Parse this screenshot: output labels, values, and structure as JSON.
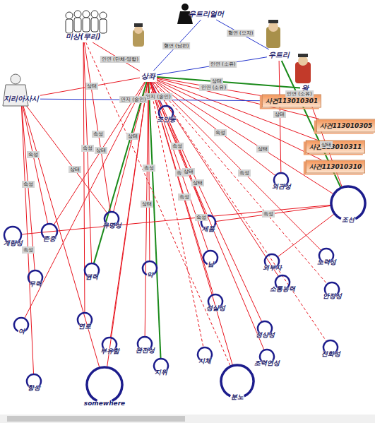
{
  "diagram": {
    "nodes": [
      {
        "text": [
          "미상(무리)"
        ]
      },
      {
        "text": [
          "우트리얼머"
        ]
      },
      {
        "text": [
          "상좌"
        ]
      },
      {
        "text": [
          "우트리"
        ]
      },
      {
        "text": [
          "왕"
        ]
      },
      {
        "text": [
          "지리아사시"
        ]
      },
      {
        "text": [
          "사건113010301"
        ]
      },
      {
        "text": [
          "사건113010305"
        ]
      },
      {
        "text": [
          "사건113010311"
        ]
      },
      {
        "text": [
          "사건113010310"
        ]
      },
      {
        "text": [
          "조선"
        ]
      },
      {
        "text": [
          "계량성"
        ]
      },
      {
        "text": [
          "존중"
        ]
      },
      {
        "text": [
          "유명성"
        ]
      },
      {
        "text": [
          "제품"
        ]
      },
      {
        "text": [
          "외관성"
        ]
      },
      {
        "text": [
          "노력성"
        ]
      },
      {
        "text": [
          "남"
        ]
      },
      {
        "text": [
          "외부자"
        ]
      },
      {
        "text": [
          "권력"
        ]
      },
      {
        "text": [
          "무력"
        ]
      },
      {
        "text": [
          "악"
        ]
      },
      {
        "text": [
          "소통능력"
        ]
      },
      {
        "text": [
          "안정성"
        ]
      },
      {
        "text": [
          "연로"
        ]
      },
      {
        "text": [
          "여"
        ]
      },
      {
        "text": [
          "성실성"
        ]
      },
      {
        "text": [
          "정상성"
        ]
      },
      {
        "text": [
          "부유함"
        ]
      },
      {
        "text": [
          "완전성"
        ]
      },
      {
        "text": [
          "진화성"
        ]
      },
      {
        "text": [
          "지체"
        ]
      },
      {
        "text": [
          "조력연성"
        ]
      },
      {
        "text": [
          "지위"
        ]
      },
      {
        "text": [
          "항상"
        ]
      },
      {
        "text": [
          "somewhere"
        ]
      },
      {
        "text": [
          "분노"
        ]
      },
      {
        "text": [
          "조인동"
        ]
      }
    ],
    "edges": [
      {
        "from": 2,
        "to": 0,
        "arrow": "none",
        "label": "인연 (단체-영향)"
      },
      {
        "from": 2,
        "to": 1,
        "arrow": "none",
        "label": "혈연 (남편)"
      },
      {
        "from": 3,
        "to": 1,
        "arrow": "none",
        "label": "혈연 (모자)"
      },
      {
        "from": 2,
        "to": 3,
        "arrow": "none",
        "label": "인연 (소유)"
      },
      {
        "from": 2,
        "to": 4,
        "arrow": "none",
        "label": "상태"
      },
      {
        "from": 2,
        "to": 5,
        "arrow": "none",
        "label": "상태"
      },
      {
        "from": 2,
        "to": 6,
        "arrow": "none",
        "label": "인연 (소유)"
      },
      {
        "from": 2,
        "to": 7,
        "arrow": "none"
      },
      {
        "from": 2,
        "to": 8,
        "arrow": "none"
      },
      {
        "from": 2,
        "to": 9,
        "arrow": "none"
      },
      {
        "from": 4,
        "to": 6,
        "arrow": "none",
        "label": "인연 (소유)"
      },
      {
        "from": 2,
        "to": 10,
        "arrow": "none",
        "label": "상태"
      },
      {
        "from": 2,
        "to": 13,
        "arrow": "none",
        "label": "상태"
      },
      {
        "from": 2,
        "to": 14,
        "arrow": "none",
        "label": "속성"
      },
      {
        "from": 2,
        "to": 17,
        "arrow": "none",
        "label": "속성"
      },
      {
        "from": 2,
        "to": 19,
        "arrow": "none"
      },
      {
        "from": 2,
        "to": 33,
        "arrow": "none"
      },
      {
        "from": 2,
        "to": 21,
        "arrow": "none",
        "label": "속성"
      },
      {
        "from": 2,
        "to": 15,
        "arrow": "none",
        "label": "속성"
      },
      {
        "from": 2,
        "to": 37,
        "arrow": "none",
        "label": "인지 (송인)"
      },
      {
        "from": 5,
        "to": 12,
        "arrow": "none",
        "label": "속성"
      },
      {
        "from": 5,
        "to": 20,
        "arrow": "none",
        "label": "속성"
      },
      {
        "from": 5,
        "to": 34,
        "arrow": "none",
        "label": "속성"
      },
      {
        "from": 5,
        "to": 13,
        "arrow": "none",
        "label": "상태"
      },
      {
        "from": 5,
        "to": 6,
        "arrow": "none",
        "label": "연지 (송인)"
      },
      {
        "from": 0,
        "to": 19,
        "arrow": "none",
        "label": "속성"
      },
      {
        "from": 0,
        "to": 13,
        "arrow": "none",
        "label": "속성"
      },
      {
        "from": 0,
        "to": 24,
        "arrow": "none"
      },
      {
        "from": 3,
        "to": 10,
        "arrow": "none"
      },
      {
        "from": 3,
        "to": 15,
        "arrow": "none",
        "label": "상태"
      },
      {
        "from": 10,
        "to": 14,
        "arrow": "none",
        "label": "속성"
      },
      {
        "from": 10,
        "to": 18,
        "arrow": "none"
      },
      {
        "from": 10,
        "to": 11,
        "arrow": "none",
        "label": "속성"
      },
      {
        "from": 2,
        "to": 36,
        "arrow": "none"
      },
      {
        "from": 2,
        "to": 35,
        "arrow": "none"
      },
      {
        "from": 2,
        "to": 31,
        "arrow": "none"
      },
      {
        "from": 2,
        "to": 28,
        "arrow": "none"
      },
      {
        "from": 2,
        "to": 29,
        "arrow": "none",
        "label": "상태"
      },
      {
        "from": 2,
        "to": 26,
        "arrow": "none",
        "label": "속성"
      },
      {
        "from": 2,
        "to": 32,
        "arrow": "none"
      },
      {
        "from": 2,
        "to": 27,
        "arrow": "none",
        "label": "상태"
      },
      {
        "from": 2,
        "to": 22,
        "arrow": "none"
      },
      {
        "from": 2,
        "to": 16,
        "arrow": "none",
        "label": "속성"
      },
      {
        "from": 2,
        "to": 23,
        "arrow": "none"
      },
      {
        "from": 2,
        "to": 30,
        "arrow": "none"
      },
      {
        "from": 2,
        "to": 25,
        "arrow": "none"
      },
      {
        "from": 4,
        "to": 10,
        "arrow": "none",
        "label": "상태"
      },
      {
        "from": 0,
        "to": 36,
        "arrow": "none"
      },
      {
        "from": 5,
        "to": 35,
        "arrow": "none"
      },
      {
        "from": 2,
        "to": 12,
        "arrow": "none",
        "label": "상태"
      },
      {
        "from": 37,
        "to": 14,
        "arrow": "none",
        "label": "상태"
      }
    ]
  }
}
